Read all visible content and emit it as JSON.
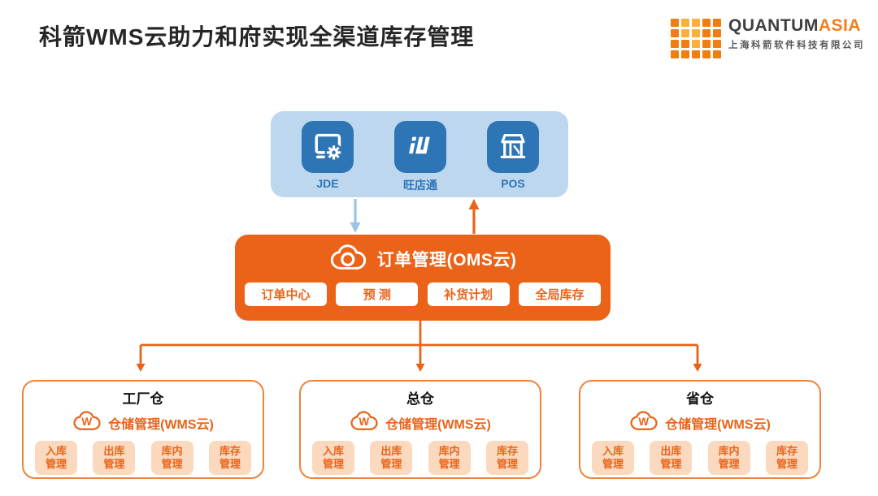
{
  "page": {
    "title": "科箭WMS云助力和府实现全渠道库存管理"
  },
  "logo": {
    "brand_primary": "QUANTUM",
    "brand_accent": "ASIA",
    "company": "上海科箭软件科技有限公司",
    "colors": {
      "brand_primary": "#3F3F3F",
      "brand_accent": "#F47E1B",
      "mark": "#F07D12",
      "mark_light": "#FBB03B"
    }
  },
  "channels": {
    "items": [
      {
        "label": "JDE",
        "icon": "jde-monitor-gear-icon"
      },
      {
        "label": "旺店通",
        "icon": "wangdiantong-logo-icon"
      },
      {
        "label": "POS",
        "icon": "pos-storefront-icon"
      }
    ]
  },
  "oms": {
    "title": "订单管理(OMS云)",
    "icon": "cloud-oms-icon",
    "modules": [
      "订单中心",
      "预 测",
      "补货计划",
      "全局库存"
    ]
  },
  "warehouses": [
    {
      "title": "工厂仓",
      "system": "仓储管理(WMS云)",
      "icon": "cloud-wms-icon",
      "modules": [
        {
          "line1": "入库",
          "line2": "管理"
        },
        {
          "line1": "出库",
          "line2": "管理"
        },
        {
          "line1": "库内",
          "line2": "管理"
        },
        {
          "line1": "库存",
          "line2": "管理"
        }
      ]
    },
    {
      "title": "总仓",
      "system": "仓储管理(WMS云)",
      "icon": "cloud-wms-icon",
      "modules": [
        {
          "line1": "入库",
          "line2": "管理"
        },
        {
          "line1": "出库",
          "line2": "管理"
        },
        {
          "line1": "库内",
          "line2": "管理"
        },
        {
          "line1": "库存",
          "line2": "管理"
        }
      ]
    },
    {
      "title": "省仓",
      "system": "仓储管理(WMS云)",
      "icon": "cloud-wms-icon",
      "modules": [
        {
          "line1": "入库",
          "line2": "管理"
        },
        {
          "line1": "出库",
          "line2": "管理"
        },
        {
          "line1": "库内",
          "line2": "管理"
        },
        {
          "line1": "库存",
          "line2": "管理"
        }
      ]
    }
  ],
  "colors": {
    "orange": "#EA6318",
    "orange_border": "#F0823D",
    "peach": "#FAD9BF",
    "light_blue": "#BDD7EE",
    "icon_blue": "#2E75B6",
    "arrow_blue": "#9DC3E6",
    "title_ink": "#262626"
  }
}
